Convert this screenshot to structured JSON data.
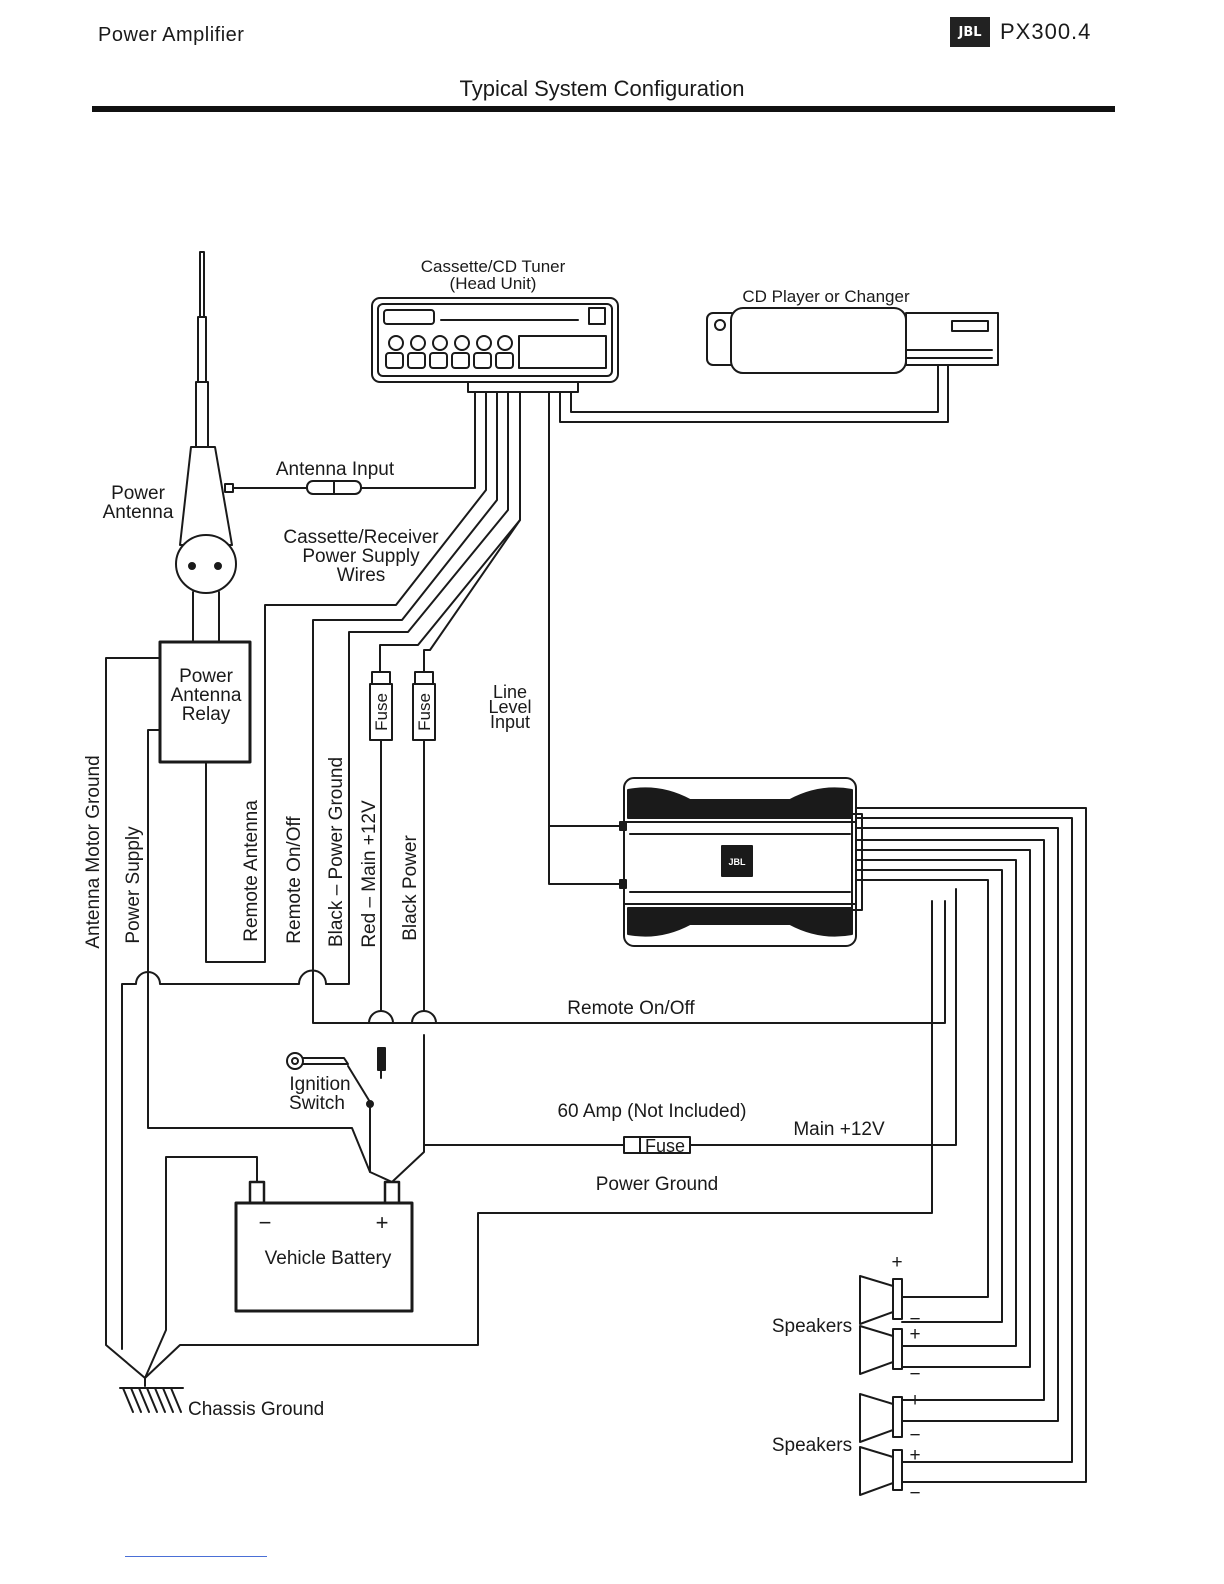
{
  "header": {
    "section": "Power  Amplifier",
    "brand_logo": "JBL",
    "model": "PX300.4"
  },
  "title": "Typical System Configuration",
  "components": {
    "head_unit_line1": "Cassette/CD Tuner",
    "head_unit_line2": "(Head Unit)",
    "cd_changer": "CD Player or Changer",
    "power_antenna_line1": "Power",
    "power_antenna_line2": "Antenna",
    "antenna_input": "Antenna Input",
    "supply_wires_line1": "Cassette/Receiver",
    "supply_wires_line2": "Power Supply",
    "supply_wires_line3": "Wires",
    "relay_line1": "Power",
    "relay_line2": "Antenna",
    "relay_line3": "Relay",
    "fuse": "Fuse",
    "line_level_line1": "Line",
    "line_level_line2": "Level",
    "line_level_line3": "Input",
    "amp_logo": "JBL",
    "ignition_line1": "Ignition",
    "ignition_line2": "Switch",
    "battery": "Vehicle Battery",
    "battery_neg": "−",
    "battery_pos": "+",
    "chassis_ground": "Chassis Ground",
    "speakers": "Speakers",
    "plus": "+",
    "minus": "−"
  },
  "wire_labels": {
    "antenna_motor_ground": "Antenna Motor Ground",
    "power_supply": "Power Supply",
    "remote_antenna": "Remote Antenna",
    "remote_on_off_vertical": "Remote On/Off",
    "black_power_ground": "Black – Power Ground",
    "red_main": "Red – Main +12V",
    "black_power": "Black Power",
    "remote_on_off": "Remote On/Off",
    "fuse_60amp": "60 Amp (Not Included)",
    "main_12v": "Main +12V",
    "power_ground": "Power Ground"
  }
}
